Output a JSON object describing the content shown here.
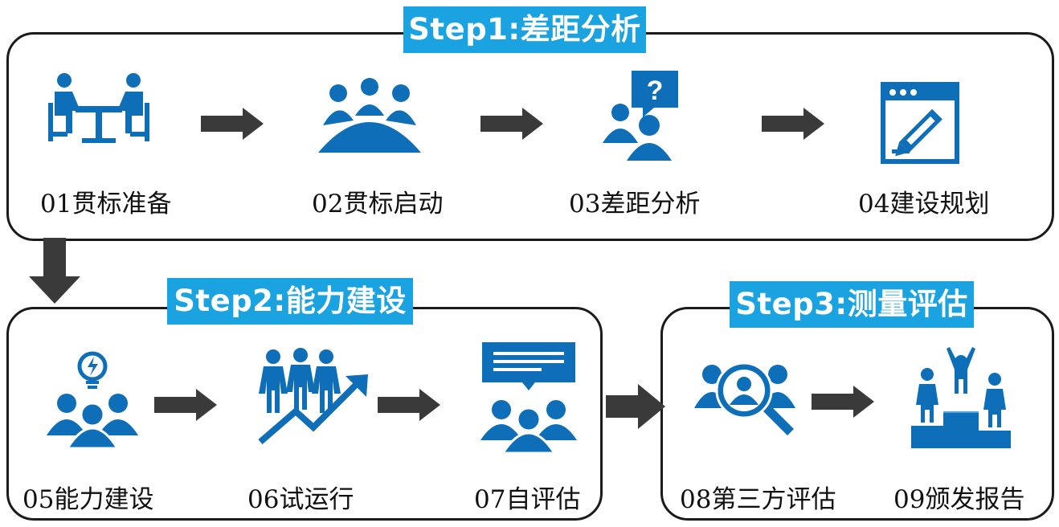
{
  "steps": [
    {
      "banner": "Step1:差距分析"
    },
    {
      "banner": "Step2:能力建设"
    },
    {
      "banner": "Step3:测量评估"
    }
  ],
  "items": [
    {
      "label": "01贯标准备",
      "icon": "meeting-table-icon"
    },
    {
      "label": "02贯标启动",
      "icon": "team-kickoff-icon"
    },
    {
      "label": "03差距分析",
      "icon": "question-consult-icon"
    },
    {
      "label": "04建设规划",
      "icon": "planning-edit-icon"
    },
    {
      "label": "05能力建设",
      "icon": "idea-team-icon"
    },
    {
      "label": "06试运行",
      "icon": "growth-team-icon"
    },
    {
      "label": "07自评估",
      "icon": "feedback-team-icon"
    },
    {
      "label": "08第三方评估",
      "icon": "magnifier-team-icon"
    },
    {
      "label": "09颁发报告",
      "icon": "podium-winners-icon"
    }
  ],
  "colors": {
    "icon": "#0e6eb8",
    "banner": "#1aa3e0",
    "arrow": "#3a3a3a",
    "border": "#1b1b1b"
  }
}
